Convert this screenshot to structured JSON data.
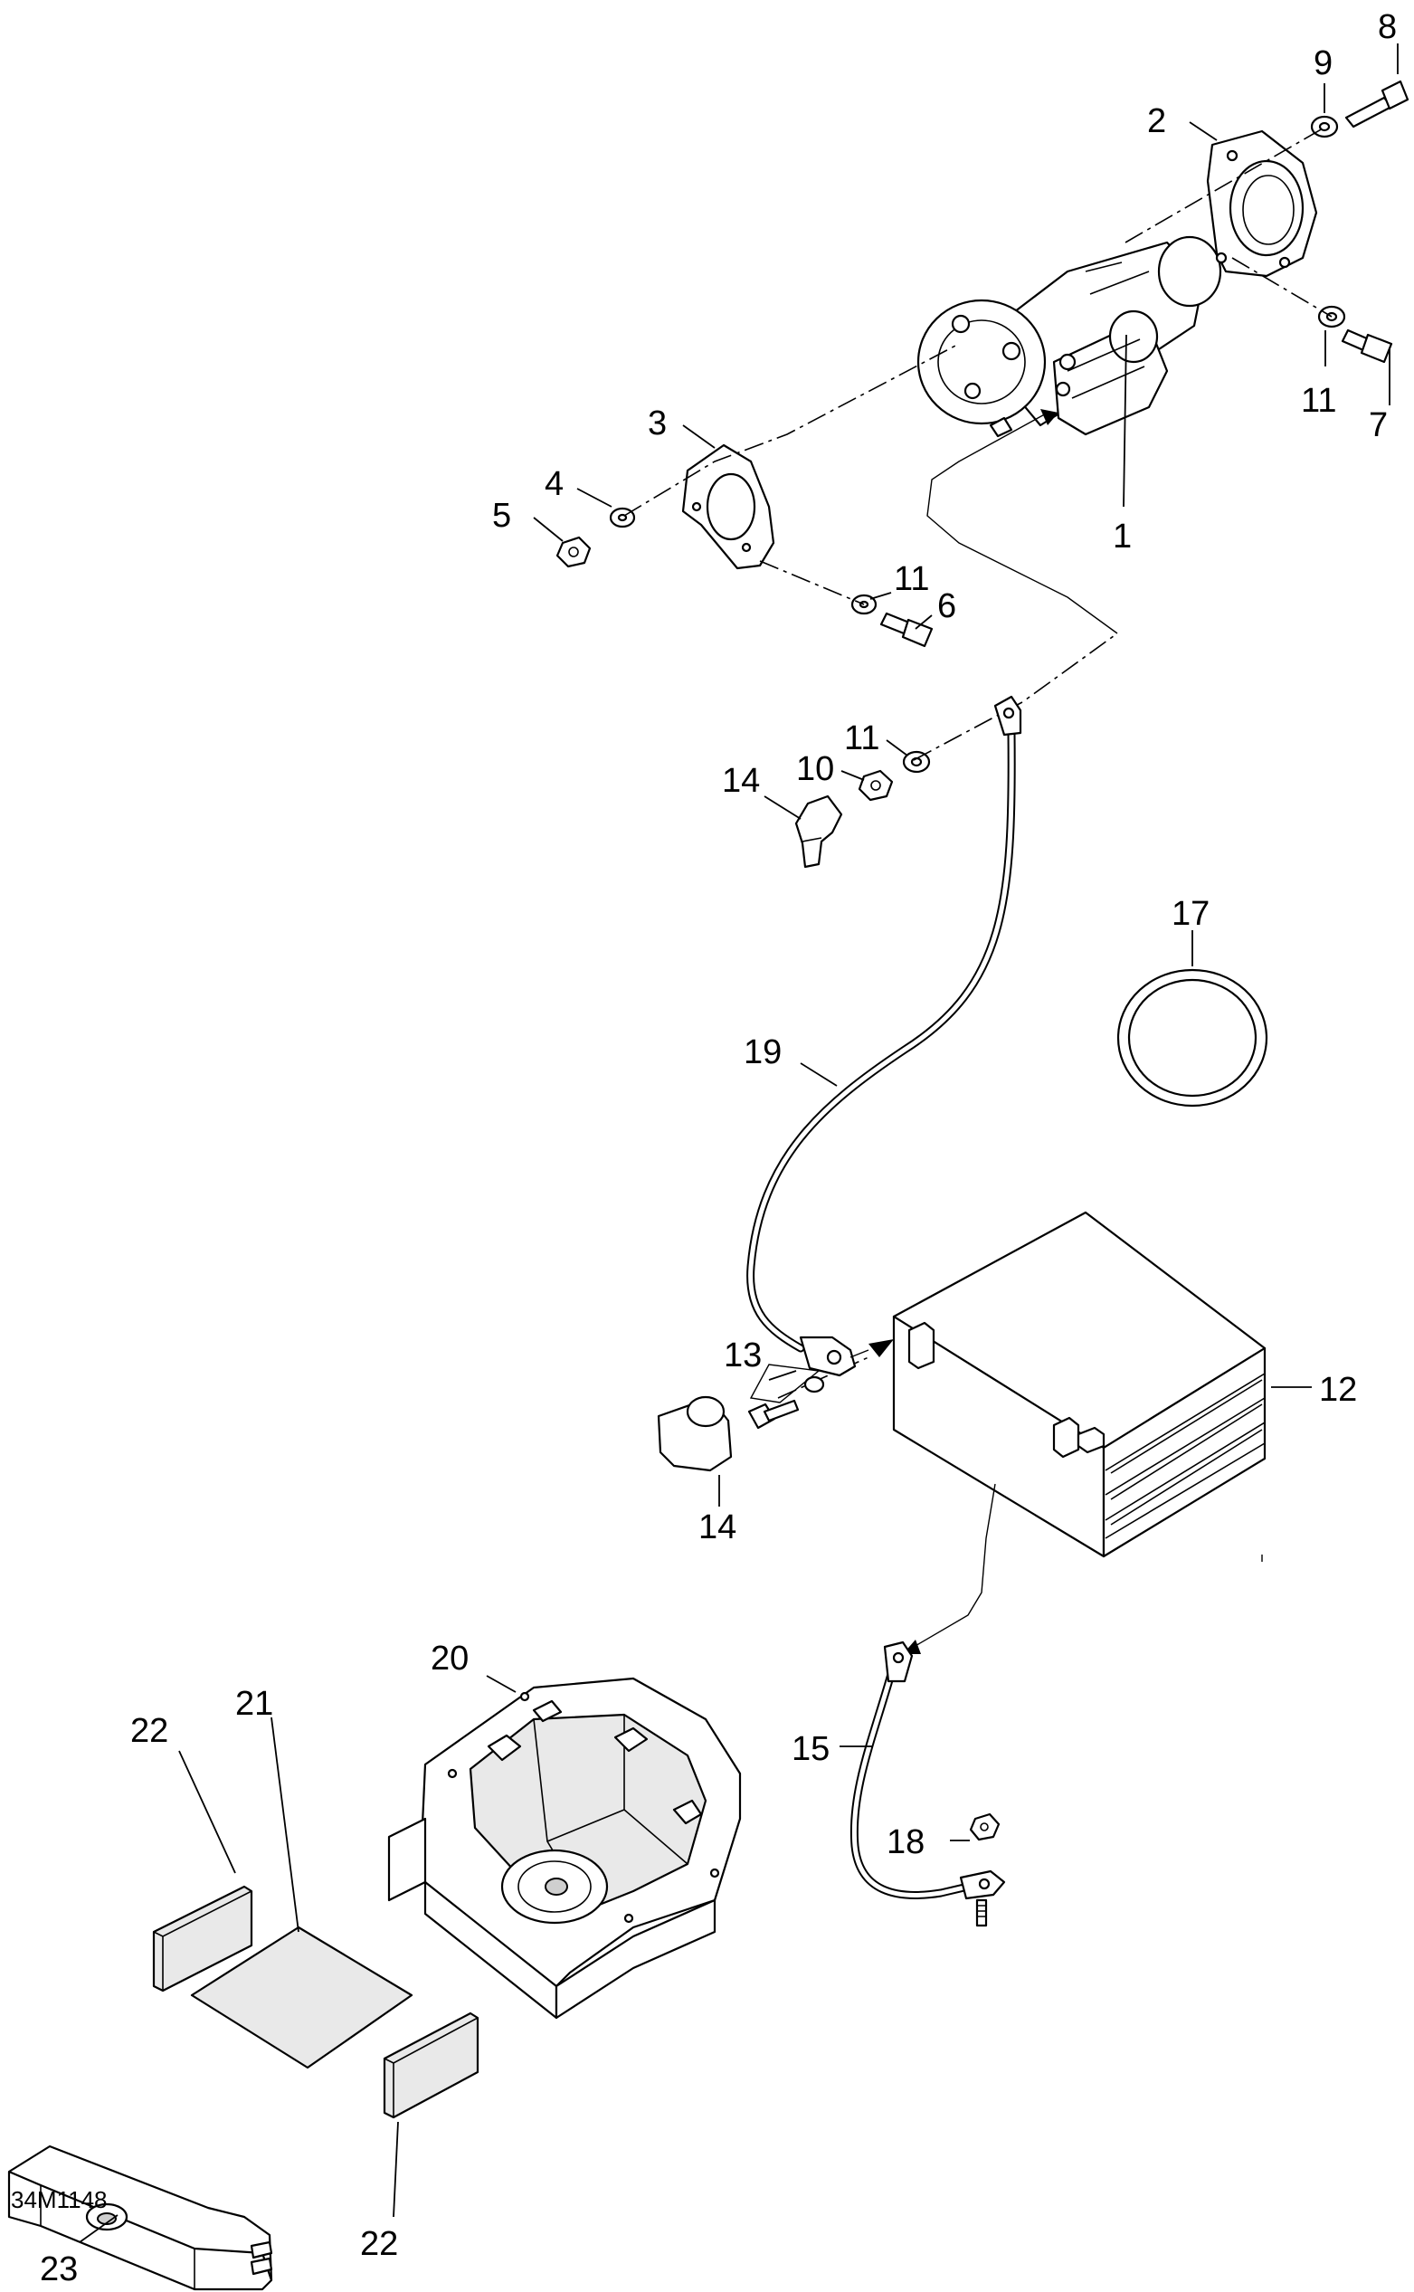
{
  "figure": {
    "code": "34M1148"
  },
  "callouts": [
    {
      "id": "c1",
      "label": "1"
    },
    {
      "id": "c2",
      "label": "2"
    },
    {
      "id": "c3",
      "label": "3"
    },
    {
      "id": "c4",
      "label": "4"
    },
    {
      "id": "c5",
      "label": "5"
    },
    {
      "id": "c6",
      "label": "6"
    },
    {
      "id": "c7",
      "label": "7"
    },
    {
      "id": "c8",
      "label": "8"
    },
    {
      "id": "c9",
      "label": "9"
    },
    {
      "id": "c10",
      "label": "10"
    },
    {
      "id": "c11a",
      "label": "11"
    },
    {
      "id": "c11b",
      "label": "11"
    },
    {
      "id": "c11c",
      "label": "11"
    },
    {
      "id": "c12",
      "label": "12"
    },
    {
      "id": "c13",
      "label": "13"
    },
    {
      "id": "c14a",
      "label": "14"
    },
    {
      "id": "c14b",
      "label": "14"
    },
    {
      "id": "c15",
      "label": "15"
    },
    {
      "id": "c17",
      "label": "17"
    },
    {
      "id": "c18",
      "label": "18"
    },
    {
      "id": "c19",
      "label": "19"
    },
    {
      "id": "c20",
      "label": "20"
    },
    {
      "id": "c21",
      "label": "21"
    },
    {
      "id": "c22a",
      "label": "22"
    },
    {
      "id": "c22b",
      "label": "22"
    },
    {
      "id": "c23",
      "label": "23"
    }
  ]
}
